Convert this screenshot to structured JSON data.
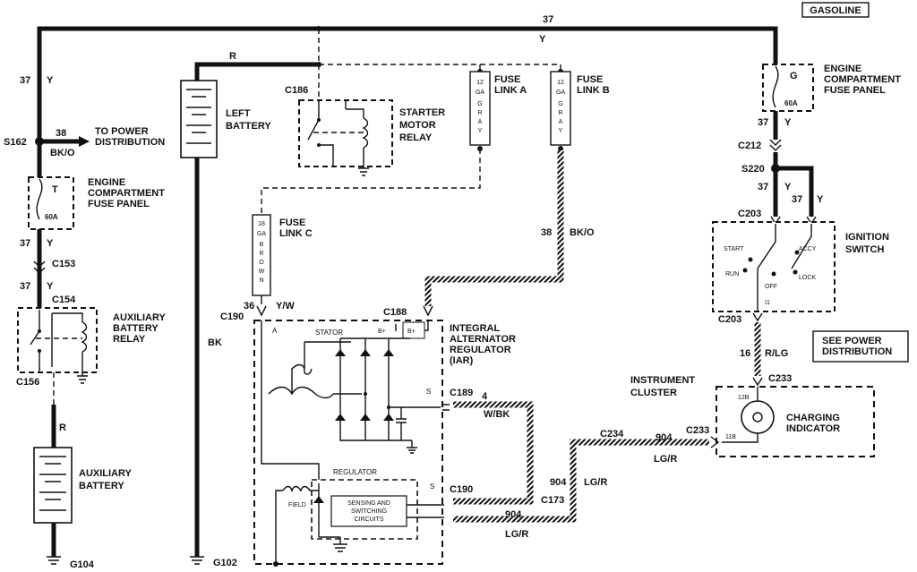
{
  "title_badge": "GASOLINE",
  "wires": {
    "top_circuit": "37",
    "top_color": "Y",
    "left_37": "37",
    "left_y": "Y",
    "left_37_b": "37",
    "left_y_b": "Y",
    "left_37_c": "37",
    "left_y_c": "Y",
    "red": "R",
    "red_aux": "R",
    "power_dist_circuit": "38",
    "power_dist_color": "BK/O",
    "bk": "BK",
    "yw_num": "36",
    "yw": "Y/W",
    "bko_num": "38",
    "bko": "BK/O",
    "right_37": "37",
    "right_y": "Y",
    "right_37_a": "37",
    "right_y_a": "Y",
    "right_37_b": "37",
    "right_y_b": "Y",
    "rlg_num": "16",
    "rlg": "R/LG",
    "wbk_num": "4",
    "wbk": "W/BK",
    "lgr_904_a": "904",
    "lgr_a": "LG/R",
    "lgr_904_b": "904",
    "lgr_b": "LG/R",
    "lgr_904_c": "904",
    "lgr_c": "LG/R"
  },
  "connectors": {
    "s162": "S162",
    "c153": "C153",
    "c154": "C154",
    "c156": "C156",
    "c186": "C186",
    "c190_top": "C190",
    "c188": "C188",
    "c189": "C189",
    "c190_bot": "C190",
    "c173": "C173",
    "c234": "C234",
    "c233_a": "C233",
    "c233_b": "C233",
    "c212": "C212",
    "s220": "S220",
    "c203_top": "C203",
    "c203_bot": "C203",
    "g104": "G104",
    "g102": "G102"
  },
  "components": {
    "to_power_1": "TO POWER",
    "to_power_2": "DISTRIBUTION",
    "ecfp_left_1": "ENGINE",
    "ecfp_left_2": "COMPARTMENT",
    "ecfp_left_3": "FUSE PANEL",
    "fuse_left_letter": "T",
    "fuse_left_amp": "60A",
    "aux_relay_1": "AUXILIARY",
    "aux_relay_2": "BATTERY",
    "aux_relay_3": "RELAY",
    "aux_batt_1": "AUXILIARY",
    "aux_batt_2": "BATTERY",
    "left_batt_1": "LEFT",
    "left_batt_2": "BATTERY",
    "starter_1": "STARTER",
    "starter_2": "MOTOR",
    "starter_3": "RELAY",
    "fla_1": "FUSE",
    "fla_2": "LINK A",
    "flb_1": "FUSE",
    "flb_2": "LINK B",
    "flc_1": "FUSE",
    "flc_2": "LINK C",
    "fla_gauge": [
      "12",
      "GA",
      "G",
      "R",
      "A",
      "Y"
    ],
    "flb_gauge": [
      "12",
      "GA",
      "G",
      "R",
      "A",
      "Y"
    ],
    "flc_gauge": [
      "18",
      "GA",
      "B",
      "R",
      "O",
      "W",
      "N"
    ],
    "iar_1": "INTEGRAL",
    "iar_2": "ALTERNATOR",
    "iar_3": "REGULATOR",
    "iar_4": "(IAR)",
    "stator": "STATOR",
    "a_term": "A",
    "bplus_1": "B+",
    "bplus_2": "B+",
    "s_term_1": "S",
    "s_term_2": "S",
    "regulator": "REGULATOR",
    "field": "FIELD",
    "sensing_1": "SENSING AND",
    "sensing_2": "SWITCHING",
    "sensing_3": "CIRCUITS",
    "ecfp_right_1": "ENGINE",
    "ecfp_right_2": "COMPARTMENT",
    "ecfp_right_3": "FUSE PANEL",
    "fuse_right_letter": "G",
    "fuse_right_amp": "60A",
    "ign_1": "IGNITION",
    "ign_2": "SWITCH",
    "ign_start": "START",
    "ign_run": "RUN",
    "ign_off": "OFF",
    "ign_accy": "ACCY",
    "ign_lock": "LOCK",
    "ign_i1": "I1",
    "see_power_1": "SEE POWER",
    "see_power_2": "DISTRIBUTION",
    "cluster_1": "INSTRUMENT",
    "cluster_2": "CLUSTER",
    "charging_1": "CHARGING",
    "charging_2": "INDICATOR",
    "pin_12b": "12B",
    "pin_11b": "11B"
  }
}
